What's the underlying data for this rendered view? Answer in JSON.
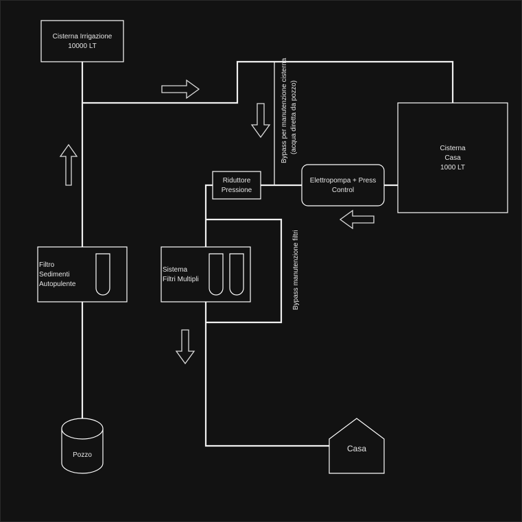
{
  "diagram": {
    "nodes": {
      "cisterna_irrigazione": {
        "lines": [
          "Cisterna Irrigazione",
          "10000 LT"
        ]
      },
      "cisterna_casa": {
        "lines": [
          "Cisterna",
          "Casa",
          "1000 LT"
        ]
      },
      "riduttore": {
        "lines": [
          "Riduttore",
          "Pressione"
        ]
      },
      "elettropompa": {
        "lines": [
          "Elettropompa + Press",
          "Control"
        ]
      },
      "filtro_sedimenti": {
        "lines": [
          "Filtro",
          "Sedimenti",
          "Autopulente"
        ]
      },
      "sistema_filtri": {
        "lines": [
          "Sistema",
          "Filtri Multipli"
        ]
      },
      "pozzo": {
        "label": "Pozzo"
      },
      "casa": {
        "label": "Casa"
      }
    },
    "annotations": {
      "bypass_cisterna": [
        "Bypass per manutenzione cisterna",
        "(acqua diretta da pozzo)"
      ],
      "bypass_filtri": "Bypass manutenzione filtri"
    },
    "flow_arrows": [
      {
        "id": "arrow-up-pozzo",
        "direction": "up"
      },
      {
        "id": "arrow-right-top",
        "direction": "right"
      },
      {
        "id": "arrow-down-bypass",
        "direction": "down"
      },
      {
        "id": "arrow-left-pump",
        "direction": "left"
      },
      {
        "id": "arrow-down-casa",
        "direction": "down"
      }
    ],
    "colors": {
      "background": "#121212",
      "stroke": "#ffffff",
      "text": "#e6e6e6"
    }
  }
}
